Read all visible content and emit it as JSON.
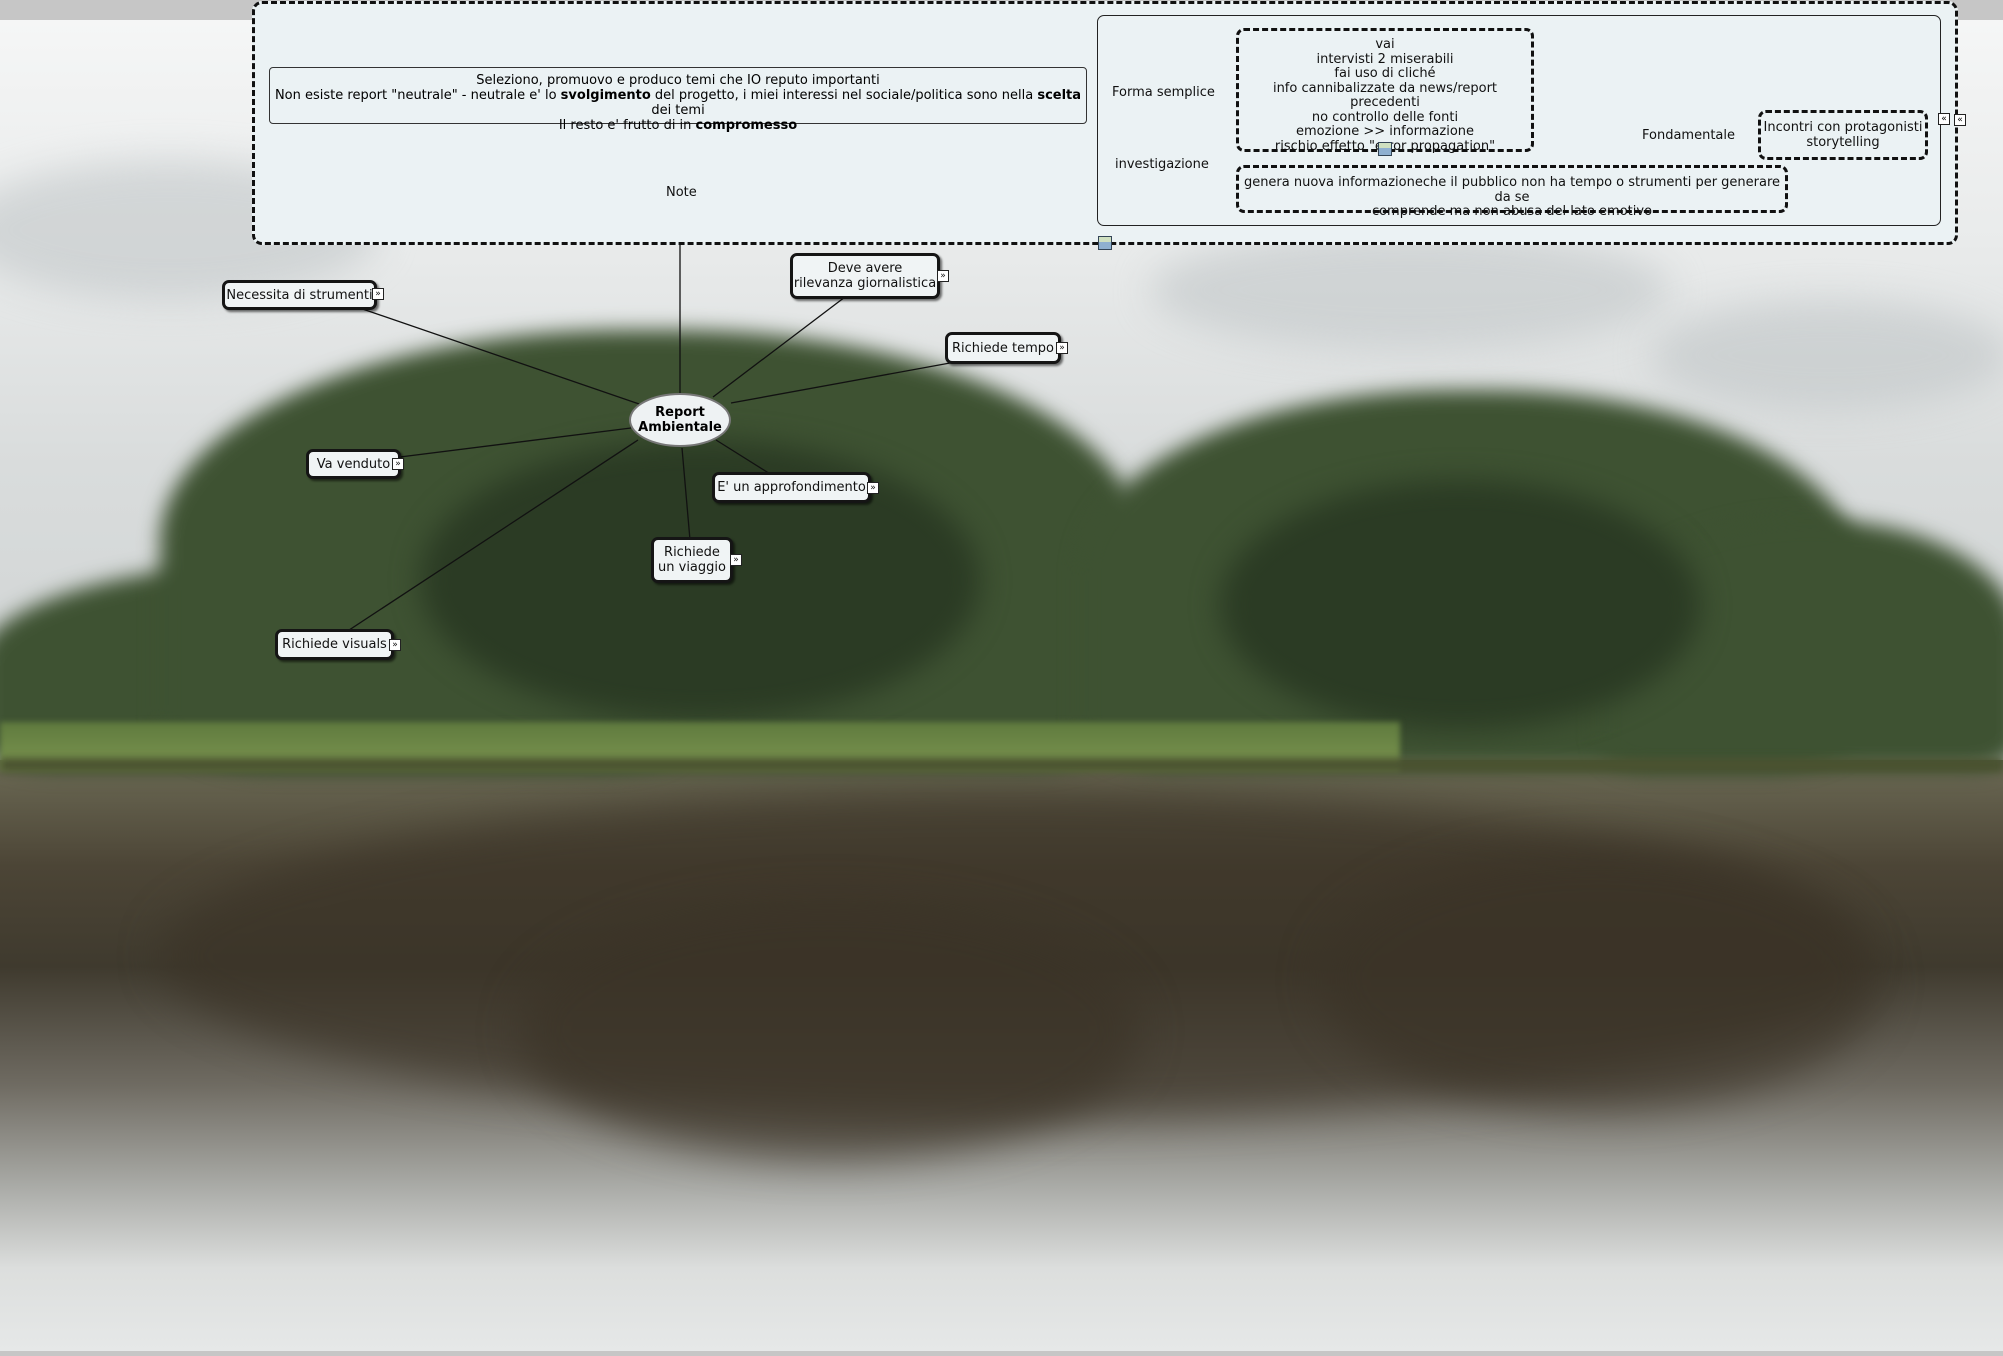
{
  "map": {
    "central_topic": "Report\nAmbientale",
    "branches": [
      {
        "id": "necessita",
        "label": "Necessita di strumenti"
      },
      {
        "id": "rilevanza",
        "label": "Deve avere\nrilevanza giornalistica"
      },
      {
        "id": "tempo",
        "label": "Richiede tempo"
      },
      {
        "id": "venduto",
        "label": "Va venduto"
      },
      {
        "id": "approfondimento",
        "label": "E' un approfondimento"
      },
      {
        "id": "viaggio",
        "label": "Richiede\nun viaggio"
      },
      {
        "id": "visuals",
        "label": "Richiede visuals"
      }
    ],
    "expand_glyph": "»",
    "collapse_glyph": "«",
    "note_link_label": "Note"
  },
  "notes": {
    "line1": "Seleziono, promuovo e produco temi che IO reputo importanti",
    "line2_a": "Non esiste report \"neutrale\" - neutrale e' lo ",
    "line2_b": "svolgimento",
    "line2_c": " del progetto, i miei interessi nel sociale/politica sono nella ",
    "line2_d": "scelta",
    "line2_e": " dei temi",
    "line3_a": "Il resto e' frutto di in ",
    "line3_b": "compromesso",
    "forma_semplice_label": "Forma semplice",
    "investigazione_label": "investigazione",
    "fondamentale_label": "Fondamentale",
    "forma_semplice_text": "vai\nintervisti 2 miserabili\nfai uso di cliché\ninfo cannibalizzate da news/report precedenti\nno controllo delle fonti\nemozione >> informazione\nrischio effetto \"error propagation\"",
    "investigazione_text": "genera nuova informazioneche il pubblico non ha tempo o strumenti per generare da se\ncomprende ma non abusa del lato emotivo",
    "fondamentale_text": "Incontri con protagonisti\nstorytelling"
  }
}
